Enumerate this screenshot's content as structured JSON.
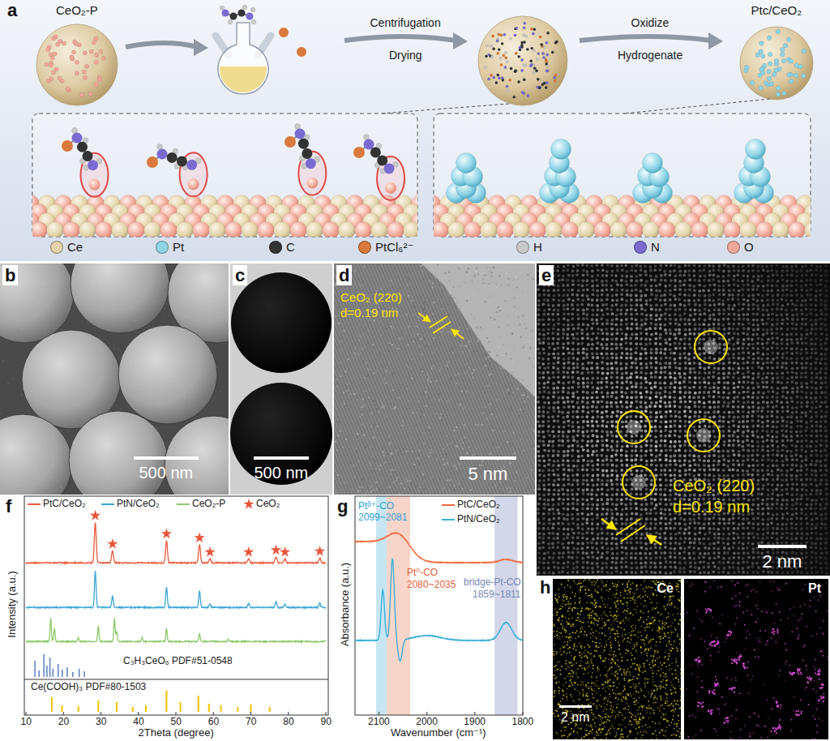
{
  "diagram": {
    "nodes": [
      {
        "text": [
          "a"
        ]
      },
      {
        "text": [
          "b"
        ]
      },
      {
        "text": [
          "c"
        ]
      },
      {
        "text": [
          "d"
        ]
      },
      {
        "text": [
          "e"
        ]
      },
      {
        "text": [
          "f"
        ]
      },
      {
        "text": [
          "g"
        ]
      },
      {
        "text": [
          "h"
        ]
      },
      {
        "text": [
          "Ce"
        ],
        "in": 7
      },
      {
        "text": [
          "Pt"
        ],
        "in": 7
      }
    ],
    "labels": [
      "CeO₂-P",
      "Centrifugation",
      "Drying",
      "Oxidize",
      "Hydrogenate",
      "Ptc/CeO₂",
      "500 nm",
      "500 nm",
      "CeO₂ (220)",
      "d=0.19 nm",
      "5 nm",
      "CeO₂ (220)",
      "d=0.19 nm",
      "2 nm",
      "C₃H₃CeO₆ PDF#51-0548",
      "Ce(COOH)₃ PDF#80-1503",
      "Intensity (a.u.)",
      "2Theta (degree)",
      "10",
      "20",
      "30",
      "40",
      "50",
      "60",
      "70",
      "80",
      "90",
      "Ptᵟ⁺-CO",
      "2099~2081",
      "Pt⁰-CO",
      "2080~2035",
      "bridge-Pt-CO",
      "1859~1811",
      "Absorbance (a.u.)",
      "Wavenumber (cm⁻¹)",
      "2100",
      "2000",
      "1900",
      "1800",
      "2 nm"
    ],
    "legend": [
      {
        "text": "Ce",
        "color": "#e3d3a8"
      },
      {
        "text": "Pt",
        "color": "#8fd4e6"
      },
      {
        "text": "C",
        "color": "#333333"
      },
      {
        "text": "PtCl₆²⁻",
        "color": "#d97a3c"
      },
      {
        "text": "H",
        "color": "#c9c9c9"
      },
      {
        "text": "N",
        "color": "#7a6bd1"
      },
      {
        "text": "O",
        "color": "#f2a898"
      },
      {
        "text": "PtC/CeO₂"
      },
      {
        "text": "PtN/CeO₂"
      },
      {
        "text": "CeO₂-P"
      },
      {
        "text": "CeO₂"
      },
      {
        "text": "PtC/CeO₂"
      },
      {
        "text": "PtN/CeO₂"
      }
    ]
  }
}
